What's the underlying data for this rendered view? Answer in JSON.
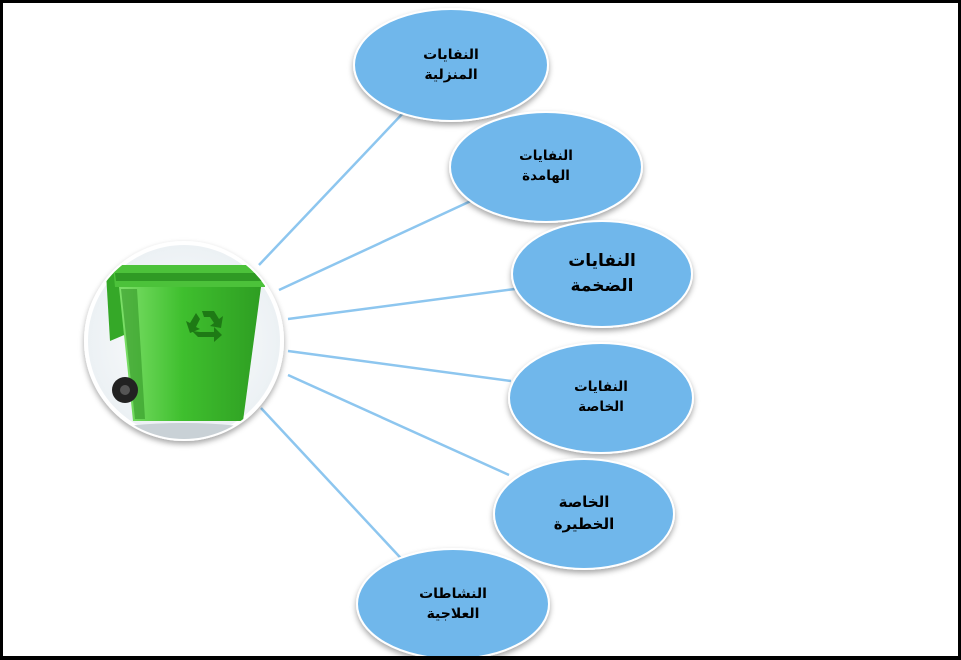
{
  "center": {
    "name": "recycle-bin",
    "icon": "recycle-icon",
    "bin_color": "#3FBF2E"
  },
  "colors": {
    "node_fill": "#70B7EB",
    "node_stroke": "#FFFFFF",
    "connector": "#8DC6EF",
    "frame": "#000000"
  },
  "nodes": [
    {
      "id": "household",
      "lines": [
        "النفايات",
        "المنزلية"
      ]
    },
    {
      "id": "inert",
      "lines": [
        "النفايات",
        "الهامدة"
      ]
    },
    {
      "id": "bulky",
      "lines": [
        "النفايات",
        "الضخمة"
      ]
    },
    {
      "id": "special",
      "lines": [
        "النفايات",
        "الخاصة"
      ]
    },
    {
      "id": "hazardous",
      "lines": [
        "الخاصة",
        "الخطيرة"
      ]
    },
    {
      "id": "medical",
      "lines": [
        "النشاطات",
        "العلاجية"
      ]
    }
  ]
}
